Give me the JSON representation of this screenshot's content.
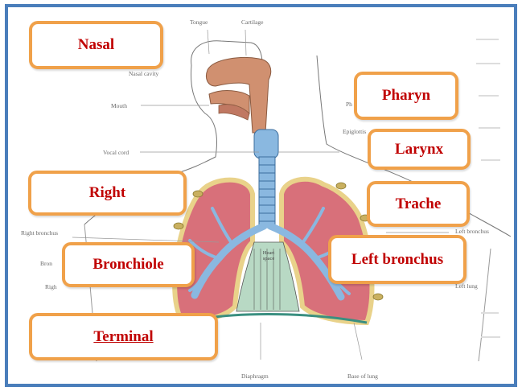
{
  "diagram": {
    "small_labels": {
      "tongue": "Tongue",
      "cartilage": "Cartilage",
      "nasal_cavity": "Nasal cavity",
      "mouth": "Mouth",
      "vocal_cord": "Vocal cord",
      "epiglottis": "Epiglottis",
      "pharynx_partial": "Ph",
      "right_bronchus": "Right bronchus",
      "bronchi_partial": "Bron",
      "right_partial": "Righ",
      "heart_space": "Heart space",
      "left_bronchus": "Left bronchus",
      "left_lung": "Left lung",
      "diaphragm": "Diaphragm",
      "base_of_lung": "Base of lung"
    },
    "boxes": {
      "nasal": "Nasal",
      "pharynx": "Pharyn",
      "larynx": "Larynx",
      "right": "Right",
      "trachea": "Trache",
      "bronchiole": "Bronchiole",
      "left_bronchus": "Left bronchus",
      "terminal": "Terminal"
    },
    "colors": {
      "box_border": "#f0a14a",
      "box_text": "#c00000",
      "frame_border": "#4a7ebb",
      "lung_fill": "#d8707a",
      "airway_fill": "#8ab8e0",
      "pleura": "#e9d28a"
    }
  }
}
